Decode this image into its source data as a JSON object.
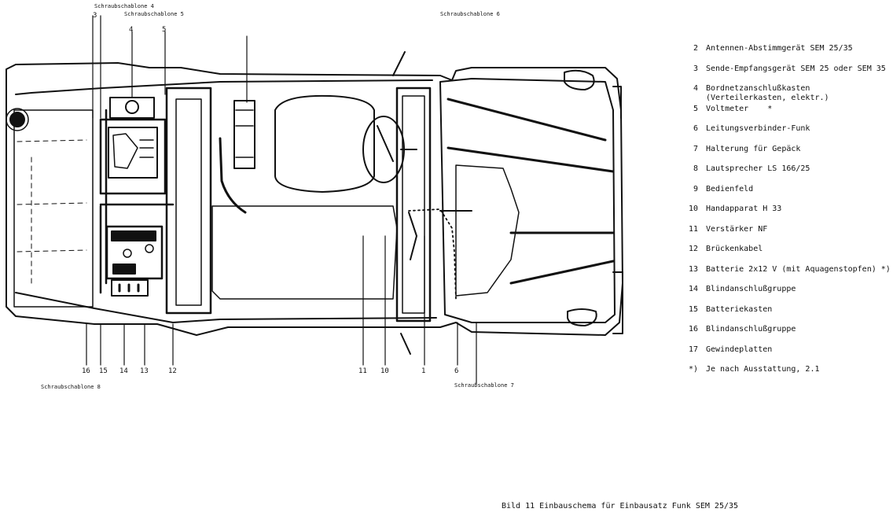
{
  "labels": {
    "top_left_a": "Schraubschablone 4",
    "top_left_b": "Schraubschablone 5",
    "top_mid": "Schraubschablone 6",
    "bottom_right": "Schraubschablone 7",
    "bottom_left": "Schraubschablone 8"
  },
  "callouts": {
    "top": [
      "3",
      "4",
      "5"
    ],
    "bottom": [
      "16",
      "15",
      "14",
      "13",
      "12",
      "11",
      "10",
      "1",
      "6"
    ]
  },
  "legend": [
    {
      "num": "2",
      "text": "Antennen-Abstimmgerät SEM 25/35"
    },
    {
      "num": "3",
      "text": "Sende-Empfangsgerät SEM 25 oder SEM 35"
    },
    {
      "num": "4",
      "text": "Bordnetzanschlußkasten\n(Verteilerkasten, elektr.)"
    },
    {
      "num": "5",
      "text": "Voltmeter    *"
    },
    {
      "num": "6",
      "text": "Leitungsverbinder-Funk"
    },
    {
      "num": "7",
      "text": "Halterung für Gepäck"
    },
    {
      "num": "8",
      "text": "Lautsprecher LS 166/25"
    },
    {
      "num": "9",
      "text": "Bedienfeld"
    },
    {
      "num": "10",
      "text": "Handapparat H 33"
    },
    {
      "num": "11",
      "text": "Verstärker NF"
    },
    {
      "num": "12",
      "text": "Brückenkabel"
    },
    {
      "num": "13",
      "text": "Batterie 2x12 V (mit Aquagenstopfen) *)"
    },
    {
      "num": "14",
      "text": "Blindanschlußgruppe"
    },
    {
      "num": "15",
      "text": "Batteriekasten"
    },
    {
      "num": "16",
      "text": "Blindanschlußgruppe"
    },
    {
      "num": "17",
      "text": "Gewindeplatten"
    },
    {
      "num": "*)",
      "text": "Je nach Ausstattung, 2.1"
    }
  ],
  "caption": "Bild 11  Einbauschema für Einbausatz Funk SEM 25/35"
}
